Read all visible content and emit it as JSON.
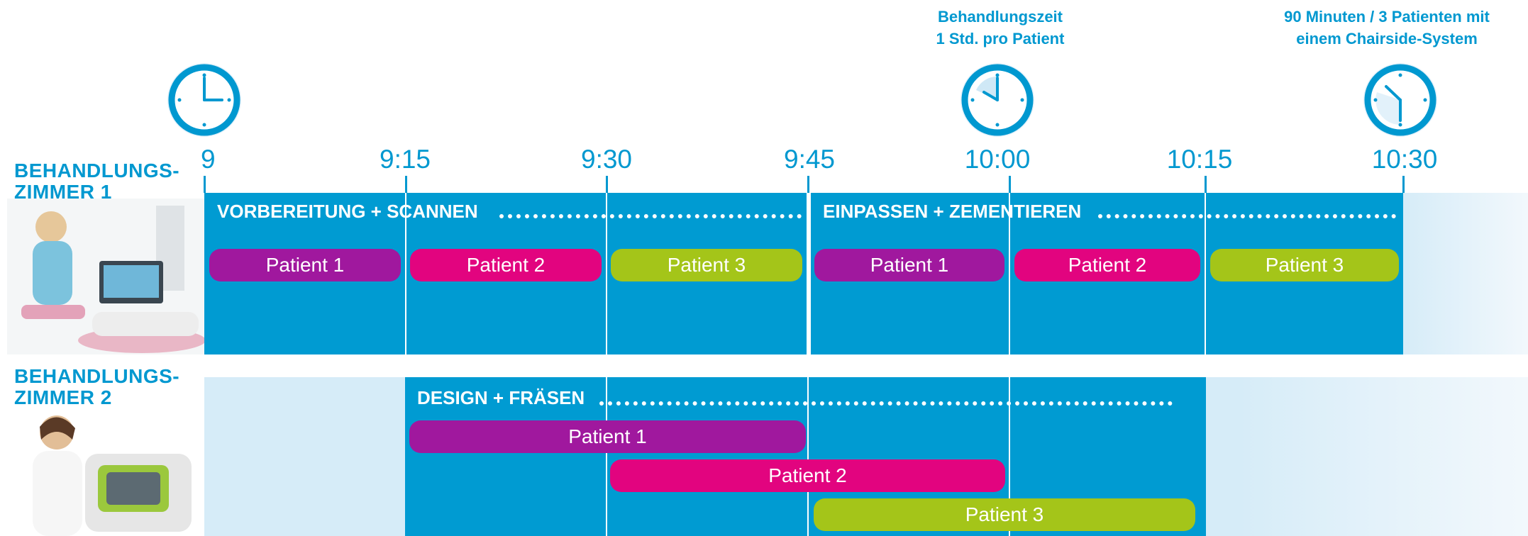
{
  "header": {
    "caption_1": [
      "Behandlungszeit",
      "1 Std. pro Patient"
    ],
    "caption_2": [
      "90 Minuten / 3 Patienten mit",
      "einem Chairside-System"
    ]
  },
  "clocks": [
    {
      "name": "clock-9-00-icon",
      "label": "9:00"
    },
    {
      "name": "clock-10-00-icon",
      "label": "10:00"
    },
    {
      "name": "clock-10-30-icon",
      "label": "10:30"
    }
  ],
  "timeline": {
    "ticks": [
      "9",
      "9:15",
      "9:30",
      "9:45",
      "10:00",
      "10:15",
      "10:30"
    ]
  },
  "rooms": [
    {
      "label": [
        "BEHANDLUNGS-",
        "ZIMMER 1"
      ],
      "phases": [
        {
          "label": "VORBEREITUNG + SCANNEN"
        },
        {
          "label": "EINPASSEN + ZEMENTIEREN"
        }
      ],
      "patients_scan": [
        "Patient 1",
        "Patient 2",
        "Patient 3"
      ],
      "patients_fit": [
        "Patient 1",
        "Patient 2",
        "Patient 3"
      ]
    },
    {
      "label": [
        "BEHANDLUNGS-",
        "ZIMMER 2"
      ],
      "phases": [
        {
          "label": "DESIGN + FRÄSEN"
        }
      ],
      "patients": [
        "Patient 1",
        "Patient 2",
        "Patient 3"
      ]
    }
  ],
  "colors": {
    "accent_blue": "#009bd2",
    "patient_1": "#a0189e",
    "patient_2": "#e2047f",
    "patient_3": "#a4c519"
  }
}
